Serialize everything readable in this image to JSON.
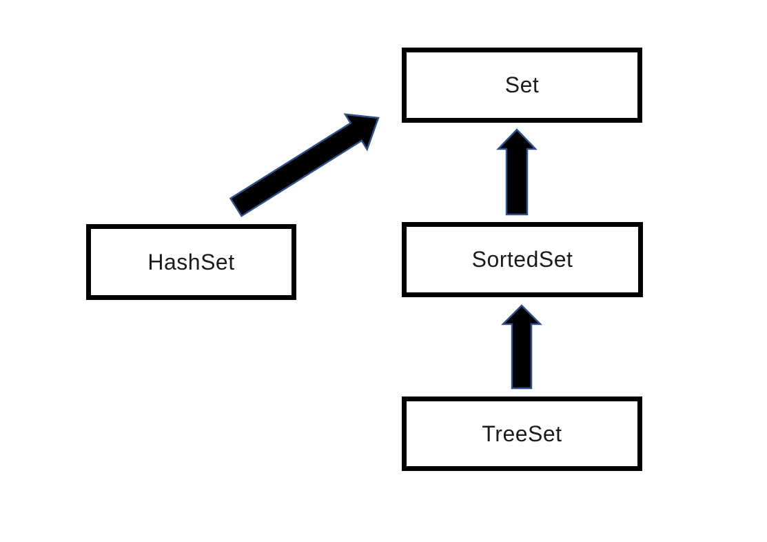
{
  "diagram": {
    "type": "inheritance-hierarchy",
    "subject": "Java Set collection hierarchy",
    "nodes": [
      {
        "id": "set",
        "label": "Set"
      },
      {
        "id": "hashset",
        "label": "HashSet"
      },
      {
        "id": "sortedset",
        "label": "SortedSet"
      },
      {
        "id": "treeset",
        "label": "TreeSet"
      }
    ],
    "edges": [
      {
        "from": "HashSet",
        "to": "Set",
        "style": "block-arrow",
        "direction": "diagonal-up-right"
      },
      {
        "from": "SortedSet",
        "to": "Set",
        "style": "block-arrow",
        "direction": "up"
      },
      {
        "from": "TreeSet",
        "to": "SortedSet",
        "style": "block-arrow",
        "direction": "up"
      }
    ],
    "colors": {
      "background": "#ffffff",
      "box_fill": "#ffffff",
      "box_border": "#000000",
      "label_text": "#1b1b1b",
      "arrow_fill": "#000000",
      "arrow_outline": "#2F528F"
    }
  }
}
